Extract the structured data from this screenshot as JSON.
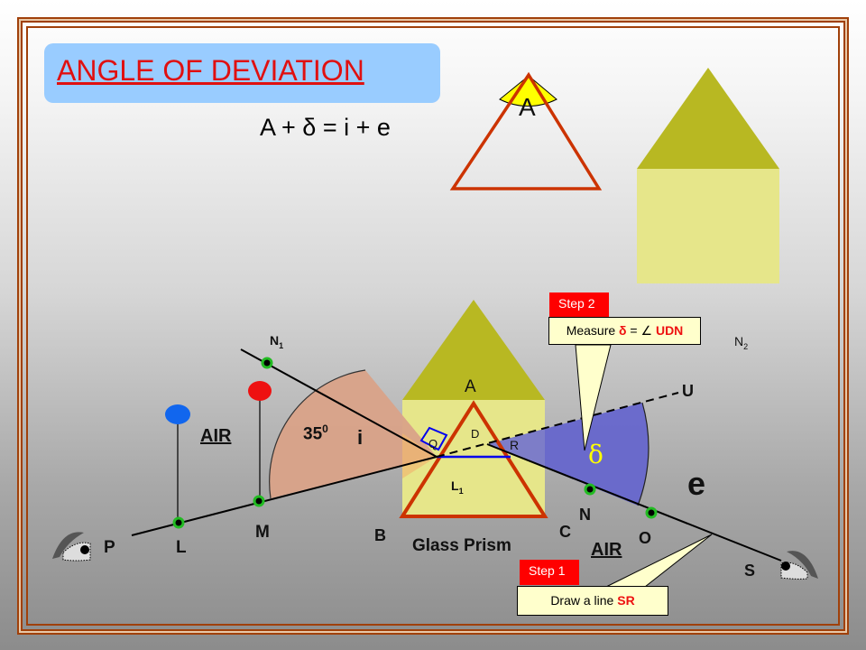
{
  "title": "ANGLE OF DEVIATION",
  "formula": "A + δ = i + e",
  "apex_angle_label": "A",
  "colors": {
    "title_red": "#e01010",
    "title_bg": "#99ccff",
    "prism_edge": "#cc3300",
    "prism_fill": "#e6e68a",
    "prism_top": "#b8b822",
    "incidence_sector": "#d9a288",
    "deviation_sector": "#6666cc",
    "pin_green": "#22bb22",
    "step_red": "#ff0000",
    "callout_bg": "#ffffcc",
    "frame": "#a0400a"
  },
  "labels": {
    "N1": "N",
    "N1_sub": "1",
    "N2": "N",
    "N2_sub": "2",
    "A": "A",
    "U": "U",
    "Q": "Q",
    "D": "D",
    "R": "R",
    "L1": "L",
    "L1_sub": "1",
    "B": "B",
    "C": "C",
    "N": "N",
    "O": "O",
    "S": "S",
    "P": "P",
    "L": "L",
    "M": "M",
    "e": "e",
    "i": "i",
    "delta": "δ",
    "angle_value": "35",
    "angle_sup": "0",
    "air_left": "AIR",
    "air_right": "AIR",
    "glass_prism": "Glass Prism"
  },
  "step2": {
    "tag": "Step 2",
    "text_prefix": "Measure ",
    "delta": "δ",
    "text_mid": " = ∠ ",
    "highlight": "UDN"
  },
  "step1": {
    "tag": "Step 1",
    "text_prefix": "Draw a line  ",
    "highlight": "SR"
  }
}
